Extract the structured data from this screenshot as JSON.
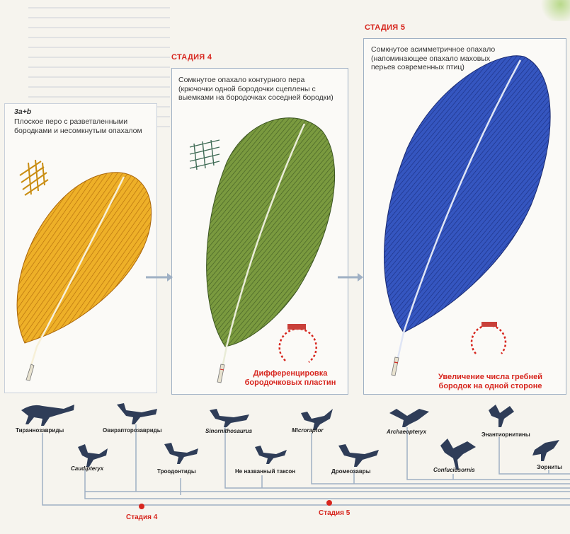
{
  "stage3": {
    "code": "3a+b",
    "description": "Плоское перо с разветвленными бородками и несомкнутым опахалом"
  },
  "stage4": {
    "title": "СТАДИЯ 4",
    "description": "Сомкнутое опахало контурного пера (крючочки одной бородочки сцеплены с выемками на бородочках соседней бородки)",
    "caption": "Дифференцировка бородочковых пластин"
  },
  "stage5": {
    "title": "СТАДИЯ 5",
    "description": "Сомкнутое асимметричное опахало (напоминающее опахало маховых перьев современных птиц)",
    "caption": "Увеличение числа гребней бородок на одной стороне"
  },
  "tree": {
    "taxa": [
      {
        "id": "t1",
        "name": "Тираннозавриды",
        "italic": false
      },
      {
        "id": "t2",
        "name": "Овирапторозавриды",
        "italic": false
      },
      {
        "id": "t3",
        "name": "Caudipteryx",
        "italic": true
      },
      {
        "id": "t4",
        "name": "Троодонтиды",
        "italic": false
      },
      {
        "id": "t5",
        "name": "Sinornithosaurus",
        "italic": true
      },
      {
        "id": "t6",
        "name": "Не названный таксон",
        "italic": false
      },
      {
        "id": "t7",
        "name": "Microraptor",
        "italic": true
      },
      {
        "id": "t8",
        "name": "Дромеозавры",
        "italic": false
      },
      {
        "id": "t9",
        "name": "Archaeopteryx",
        "italic": true
      },
      {
        "id": "t10",
        "name": "Confuciusornis",
        "italic": true
      },
      {
        "id": "t11",
        "name": "Энантиорнитины",
        "italic": false
      },
      {
        "id": "t12",
        "name": "Эорниты",
        "italic": false
      }
    ],
    "nodes": {
      "stage4": "Стадия 4",
      "stage5": "Стадия 5"
    }
  },
  "colors": {
    "accent": "#d7261e",
    "frame": "#9fb0c4",
    "yellow": "#e9a61a",
    "green": "#6f8f3a",
    "blue": "#2d4fb8"
  }
}
